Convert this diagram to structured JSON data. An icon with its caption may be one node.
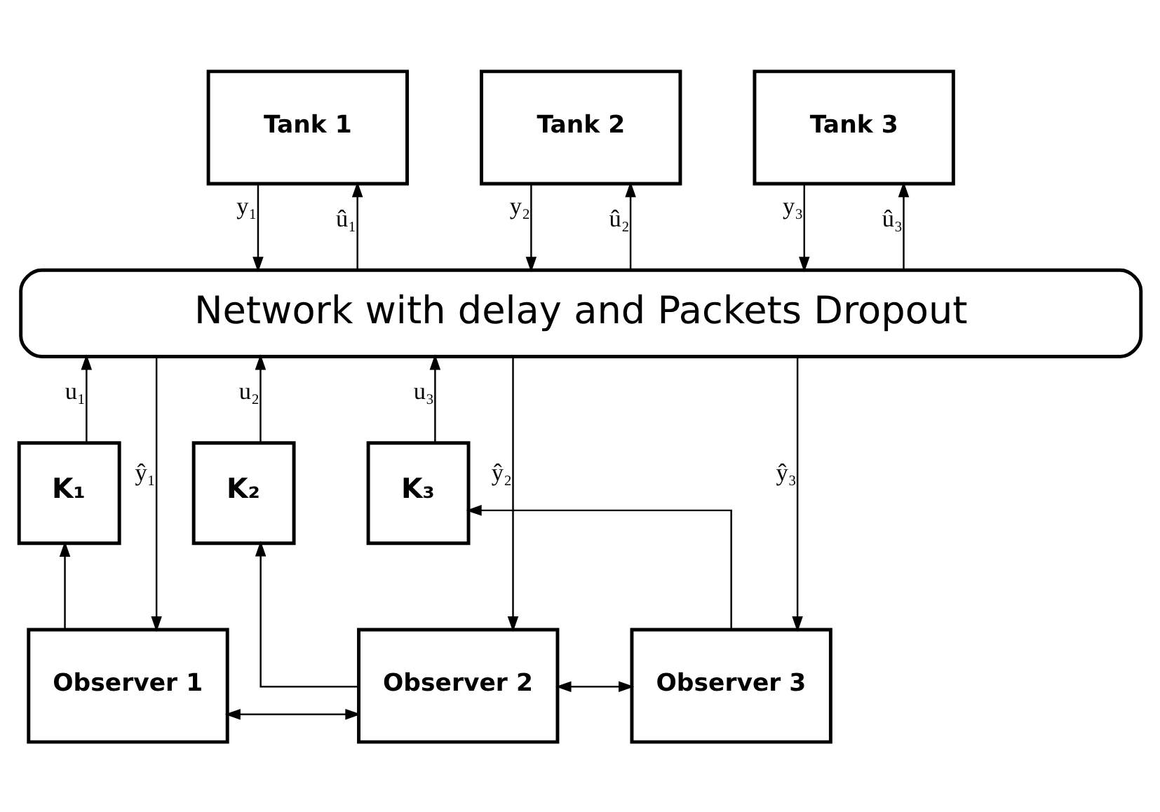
{
  "diagram": {
    "nodes": [
      {
        "text": [
          "Tank 1"
        ]
      },
      {
        "text": [
          "Tank 2"
        ]
      },
      {
        "text": [
          "Tank 3"
        ]
      },
      {
        "text": [
          "Network with delay and Packets Dropout"
        ]
      },
      {
        "text": [
          "K₁"
        ]
      },
      {
        "text": [
          "K₂"
        ]
      },
      {
        "text": [
          "K₃"
        ]
      },
      {
        "text": [
          "Observer 1"
        ]
      },
      {
        "text": [
          "Observer 2"
        ]
      },
      {
        "text": [
          "Observer 3"
        ]
      }
    ],
    "edges": [
      {
        "from": 3,
        "to": 0,
        "arrow": "to",
        "label": "û₁"
      },
      {
        "from": 0,
        "to": 3,
        "arrow": "to",
        "label": "y₁"
      },
      {
        "from": 3,
        "to": 1,
        "arrow": "to",
        "label": "û₂"
      },
      {
        "from": 1,
        "to": 3,
        "arrow": "to",
        "label": "y₂"
      },
      {
        "from": 3,
        "to": 2,
        "arrow": "to",
        "label": "û₃"
      },
      {
        "from": 2,
        "to": 3,
        "arrow": "to",
        "label": "y₃"
      },
      {
        "from": 4,
        "to": 3,
        "arrow": "to",
        "label": "u₁"
      },
      {
        "from": 5,
        "to": 3,
        "arrow": "to",
        "label": "u₂"
      },
      {
        "from": 6,
        "to": 3,
        "arrow": "to",
        "label": "u₃"
      },
      {
        "from": 3,
        "to": 7,
        "arrow": "to",
        "label": "ŷ₁"
      },
      {
        "from": 3,
        "to": 8,
        "arrow": "to",
        "label": "ŷ₂"
      },
      {
        "from": 3,
        "to": 9,
        "arrow": "to",
        "label": "ŷ₃"
      },
      {
        "from": 7,
        "to": 4,
        "arrow": "to"
      },
      {
        "from": 8,
        "to": 5,
        "arrow": "to"
      },
      {
        "from": 9,
        "to": 6,
        "arrow": "to"
      },
      {
        "from": 7,
        "to": 8,
        "arrow": "both"
      },
      {
        "from": 8,
        "to": 9,
        "arrow": "both"
      }
    ]
  }
}
